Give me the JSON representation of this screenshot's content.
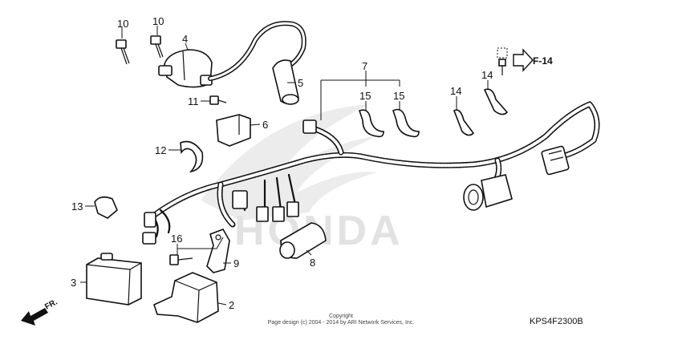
{
  "diagram": {
    "callouts": {
      "c10a": "10",
      "c10b": "10",
      "c4": "4",
      "c5": "5",
      "c11": "11",
      "c6": "6",
      "c7": "7",
      "c15a": "15",
      "c15b": "15",
      "c14a": "14",
      "c14b": "14",
      "c12": "12",
      "c13": "13",
      "c16": "16",
      "c9": "9",
      "c8": "8",
      "c3": "3",
      "c2": "2"
    },
    "reference_label": "F-14",
    "forward_label": "FR.",
    "watermark_text": "HONDA",
    "copyright_line1": "Copyright",
    "copyright_line2": "Page design (c) 2004 - 2014 by ARI Network Services, Inc.",
    "drawing_code": "KPS4F2300B"
  }
}
